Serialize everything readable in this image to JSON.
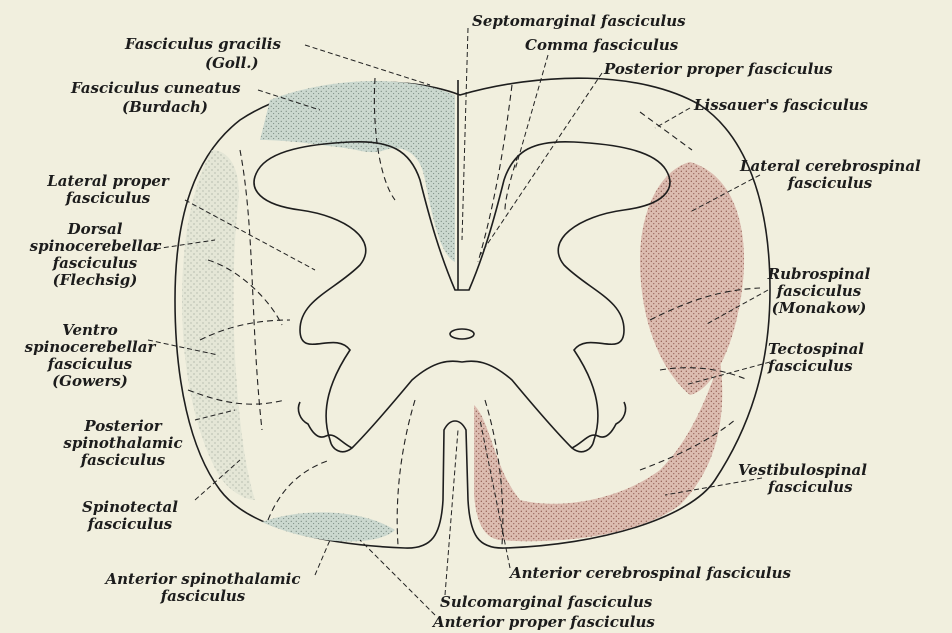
{
  "labels": {
    "fasciculus_gracilis": "Fasciculus gracilis",
    "goll": "(Goll.)",
    "fasciculus_cuneatus": "Fasciculus cuneatus",
    "burdach": "(Burdach)",
    "septomarginal": "Septomarginal fasciculus",
    "comma": "Comma fasciculus",
    "posterior_proper": "Posterior proper fasciculus",
    "lissauer": "Lissauer's fasciculus",
    "lateral_cerebrospinal_1": "Lateral cerebrospinal",
    "lateral_cerebrospinal_2": "fasciculus",
    "lateral_proper_1": "Lateral proper",
    "lateral_proper_2": "fasciculus",
    "dorsal_spino_1": "Dorsal",
    "dorsal_spino_2": "spinocerebellar",
    "dorsal_spino_3": "fasciculus",
    "dorsal_spino_4": "(Flechsig)",
    "rubrospinal_1": "Rubrospinal",
    "rubrospinal_2": "fasciculus",
    "rubrospinal_3": "(Monakow)",
    "ventro_1": "Ventro",
    "ventro_2": "spinocerebellar",
    "ventro_3": "fasciculus",
    "ventro_4": "(Gowers)",
    "tectospinal_1": "Tectospinal",
    "tectospinal_2": "fasciculus",
    "post_spinothal_1": "Posterior",
    "post_spinothal_2": "spinothalamic",
    "post_spinothal_3": "fasciculus",
    "vestibulospinal_1": "Vestibulospinal",
    "vestibulospinal_2": "fasciculus",
    "spinotectal_1": "Spinotectal",
    "spinotectal_2": "fasciculus",
    "ant_spinothal_1": "Anterior spinothalamic",
    "ant_spinothal_2": "fasciculus",
    "anterior_cerebrospinal": "Anterior cerebrospinal fasciculus",
    "sulcomarginal": "Sulcomarginal fasciculus",
    "anterior_proper": "Anterior proper fasciculus"
  },
  "colors": {
    "background": "#f1efde",
    "ascending_tint": "#c6d4cc",
    "descending_tint": "#d9b8ac",
    "ink": "#1e1e1e"
  }
}
